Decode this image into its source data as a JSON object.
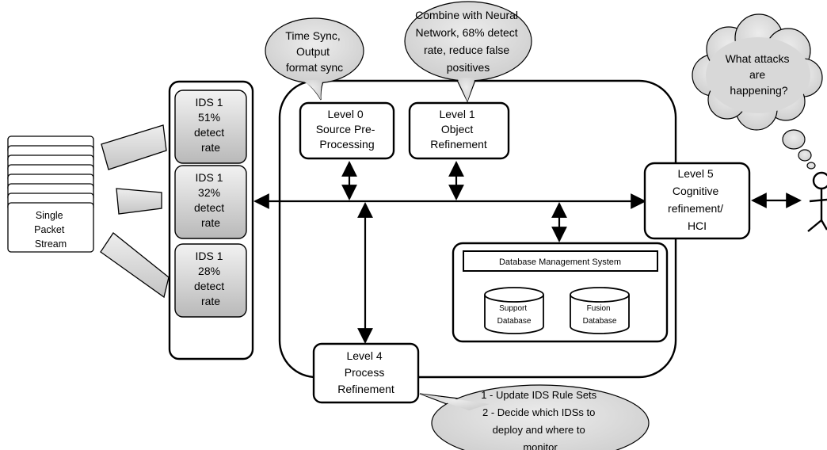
{
  "packet_stream": {
    "label": [
      "Single",
      "Packet",
      "Stream"
    ]
  },
  "ids_boxes": [
    {
      "lines": [
        "IDS 1",
        "51%",
        "detect",
        "rate"
      ]
    },
    {
      "lines": [
        "IDS 1",
        "32%",
        "detect",
        "rate"
      ]
    },
    {
      "lines": [
        "IDS 1",
        "28%",
        "detect",
        "rate"
      ]
    }
  ],
  "levels": {
    "level0": [
      "Level 0",
      "Source Pre-",
      "Processing"
    ],
    "level1": [
      "Level 1",
      "Object",
      "Refinement"
    ],
    "level4": [
      "Level 4",
      "Process",
      "Refinement"
    ],
    "level5": [
      "Level 5",
      "Cognitive",
      "refinement/",
      "HCI"
    ]
  },
  "dbms": {
    "title": "Database Management System",
    "support_db": [
      "Support",
      "Database"
    ],
    "fusion_db": [
      "Fusion",
      "Database"
    ]
  },
  "callouts": {
    "time_sync": [
      "Time Sync,",
      "Output",
      "format sync"
    ],
    "neural": [
      "Combine with Neural",
      "Network, 68% detect",
      "rate, reduce false",
      "positives"
    ],
    "rules": [
      "1 - Update IDS Rule Sets",
      "2 - Decide which IDSs to",
      "deploy and where to",
      "monitor"
    ],
    "thought": [
      "What attacks",
      "are",
      "happening?"
    ]
  },
  "icons": {
    "user": "stick-figure-icon",
    "thought": "thought-cloud-icon"
  },
  "colors": {
    "bubble_fill": "#d9d9d9",
    "ids_fill": "#c8c8c8",
    "stroke": "#000000"
  }
}
